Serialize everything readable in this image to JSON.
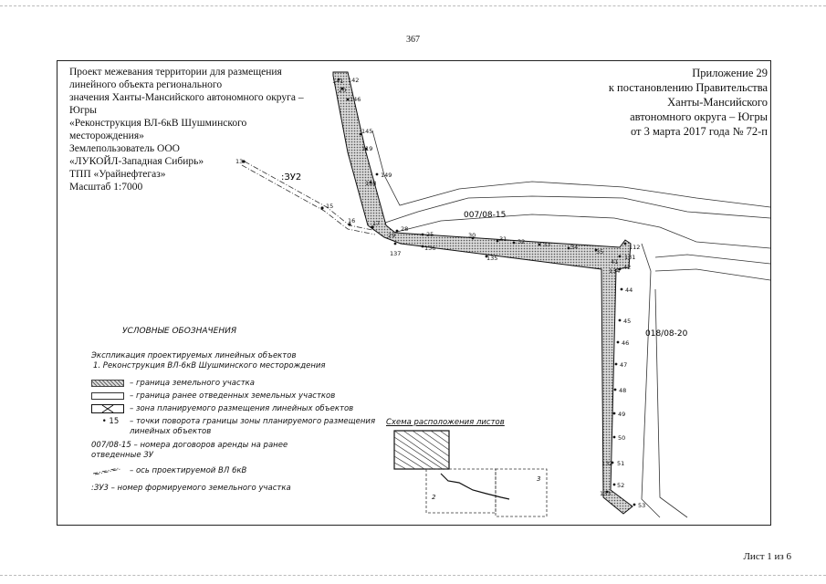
{
  "page_number": "367",
  "project": {
    "lines": [
      "Проект межевания территории для размещения",
      "линейного объекта регионального",
      "значения Ханты-Мансийского автономного округа –",
      "Югры",
      "«Реконструкция ВЛ-6кВ Шушминского",
      "месторождения»",
      "Землепользователь ООО",
      "«ЛУКОЙЛ-Западная Сибирь»",
      "ТПП «Урайнефтегаз»",
      "Масштаб 1:7000"
    ]
  },
  "appendix": {
    "lines": [
      "Приложение 29",
      "к постановлению Правительства",
      "Ханты-Мансийского",
      "автономного округа – Югры",
      "от 3 марта 2017 года № 72-п"
    ]
  },
  "map": {
    "lease_labels": [
      "007/08-15",
      "018/08-20"
    ],
    "plot_label": ":ЗУ2",
    "point_labels": {
      "p13": "13",
      "p15": "15",
      "p16": "16",
      "p17": "17",
      "p141": "141",
      "p142": "142",
      "p20": "20",
      "p146": "146",
      "p145": "145",
      "p119": "119",
      "p149": "149",
      "p138": "138",
      "p28": "28",
      "p29": "29",
      "p137": "137",
      "p25": "25",
      "p136": "136",
      "p30": "30",
      "p31": "31",
      "p32": "32",
      "p33": "33",
      "p34": "34",
      "p35": "35",
      "p135": "135",
      "p112": "112",
      "p131": "131",
      "p41": "41",
      "p42": "42",
      "p134": "134",
      "p44": "44",
      "p45": "45",
      "p46": "46",
      "p47": "47",
      "p48": "48",
      "p49": "49",
      "p50": "50",
      "p132": "132",
      "p51": "51",
      "p52": "52",
      "p133": "133",
      "p53": "53"
    }
  },
  "legend": {
    "title": "УСЛОВНЫЕ ОБОЗНАЧЕНИЯ",
    "explication_title": "Экспликация проектируемых линейных объектов",
    "explication_item": "1. Реконструкция ВЛ-6кВ Шушминского месторождения",
    "items": [
      "– граница земельного участка",
      "– граница ранее отведенных земельных участков",
      "– зона планируемого размещения линейных объектов",
      "– точки поворота границы зоны планируемого размещения линейных объектов",
      "007/08-15 – номера договоров аренды на ранее отведенные ЗУ",
      "– ось проектируемой ВЛ 6кВ",
      ":ЗУ3 – номер формируемого земельного участка"
    ],
    "point_sample": "• 15"
  },
  "sheet_layout": {
    "title": "Схема расположения листов",
    "sheet_numbers": [
      "2",
      "3"
    ]
  },
  "footer": "Лист 1 из 6"
}
